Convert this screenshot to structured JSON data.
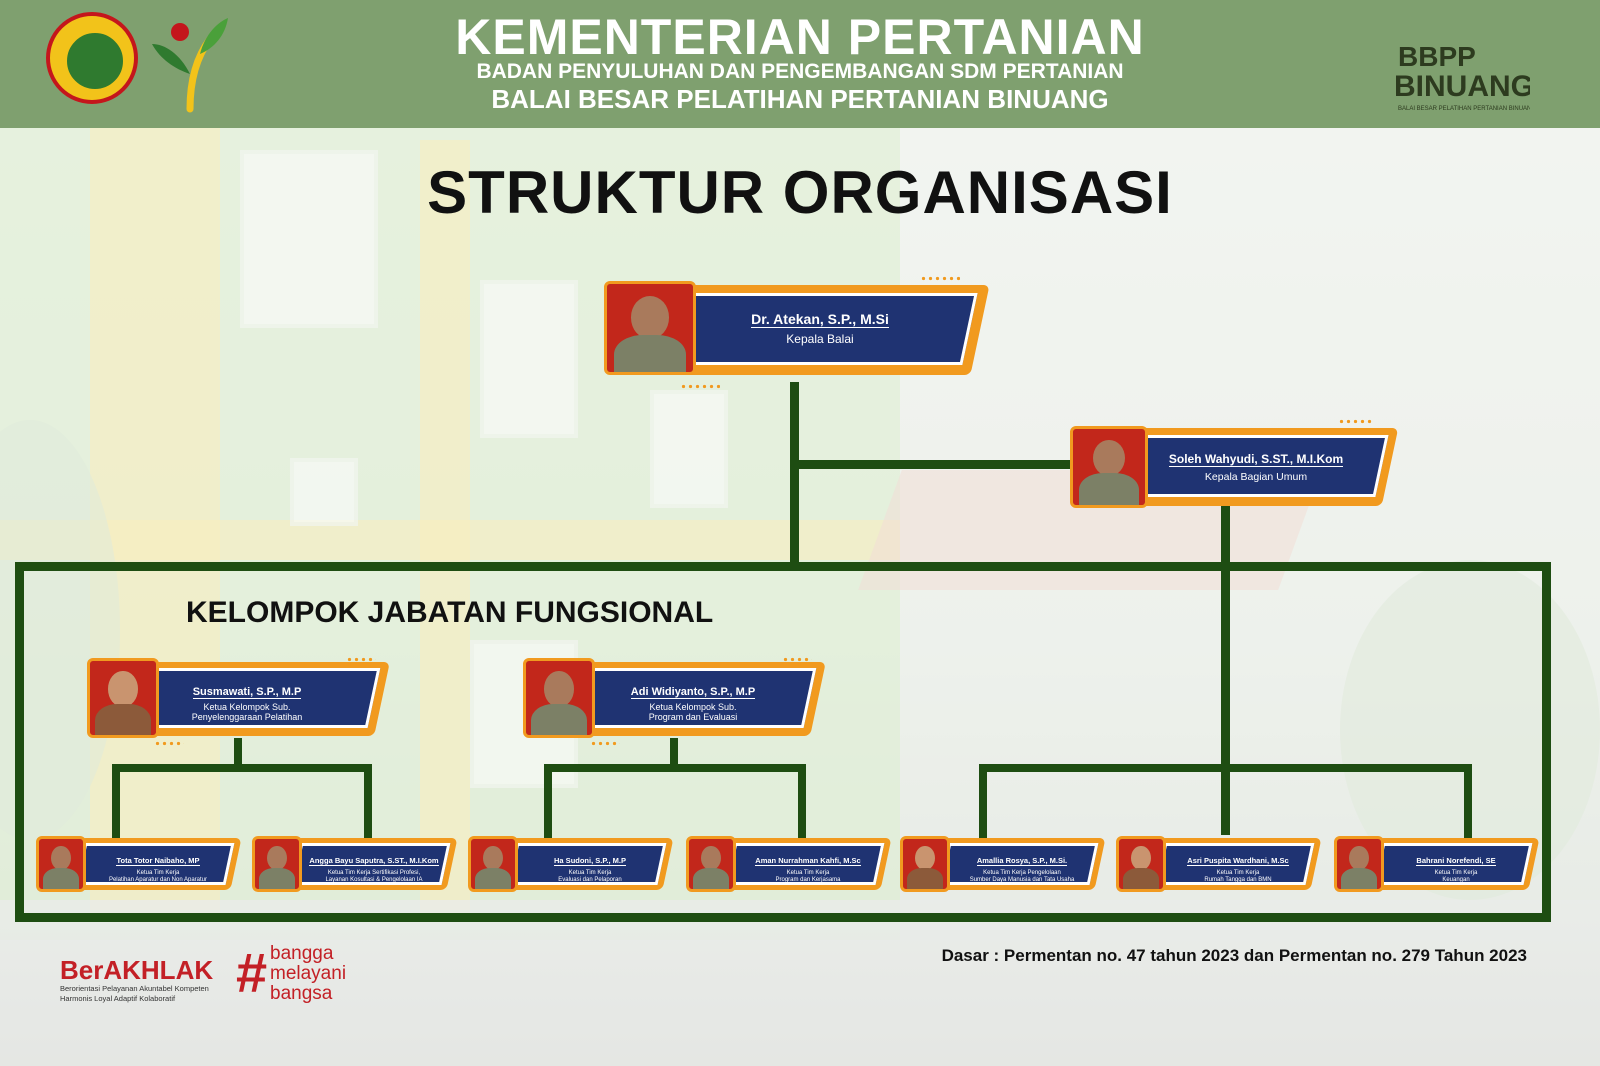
{
  "header": {
    "ministry": "KEMENTERIAN PERTANIAN",
    "agency": "BADAN PENYULUHAN DAN PENGEMBANGAN SDM PERTANIAN",
    "institution": "BALAI BESAR PELATIHAN PERTANIAN BINUANG",
    "bbpp_logo_text": "BBPP BINUANG",
    "bbpp_logo_sub": "BALAI BESAR PELATIHAN PERTANIAN BINUANG"
  },
  "title": "STRUKTUR ORGANISASI",
  "section_label": "KELOMPOK JABATAN FUNGSIONAL",
  "head": {
    "name": "Dr. Atekan, S.P., M.Si",
    "role": "Kepala Balai"
  },
  "general_head": {
    "name": "Soleh Wahyudi, S.ST., M.I.Kom",
    "role": "Kepala Bagian Umum"
  },
  "group_leads": [
    {
      "name": "Susmawati, S.P., M.P",
      "role_line1": "Ketua Kelompok Sub.",
      "role_line2": "Penyelenggaraan Pelatihan"
    },
    {
      "name": "Adi Widiyanto, S.P., M.P",
      "role_line1": "Ketua Kelompok Sub.",
      "role_line2": "Program dan Evaluasi"
    }
  ],
  "team_leads": [
    {
      "name": "Tota Totor Naibaho, MP",
      "role_line1": "Ketua Tim Kerja",
      "role_line2": "Pelatihan Aparatur dan Non Aparatur"
    },
    {
      "name": "Angga Bayu Saputra, S.ST., M.I.Kom",
      "role_line1": "Ketua Tim Kerja Sertifikasi Profesi,",
      "role_line2": "Layanan Kosultasi & Pengelolaan IA"
    },
    {
      "name": "Ha Sudoni, S.P., M.P",
      "role_line1": "Ketua Tim Kerja",
      "role_line2": "Evaluasi dan Pelaporan"
    },
    {
      "name": "Aman Nurrahman Kahfi, M.Sc",
      "role_line1": "Ketua Tim Kerja",
      "role_line2": "Program dan Kerjasama"
    },
    {
      "name": "Amallia Rosya, S.P., M.Si.",
      "role_line1": "Ketua Tim Kerja Pengelolaan",
      "role_line2": "Sumber Daya Manusia dan Tata Usaha"
    },
    {
      "name": "Asri Puspita Wardhani, M.Sc",
      "role_line1": "Ketua Tim Kerja",
      "role_line2": "Rumah Tangga dan BMN"
    },
    {
      "name": "Bahrani Norefendi, SE",
      "role_line1": "Ketua Tim Kerja",
      "role_line2": "Keuangan"
    }
  ],
  "footer": {
    "basis": "Dasar : Permentan no. 47 tahun 2023 dan Permentan no. 279 Tahun 2023",
    "berakhlak": "BerAKHLAK",
    "berakhlak_line1": "Berorientasi Pelayanan Akuntabel Kompeten",
    "berakhlak_line2": "Harmonis Loyal Adaptif Kolaboratif",
    "bangga_1": "bangga",
    "bangga_2": "melayani",
    "bangga_3": "bangsa"
  },
  "colors": {
    "header_green": "#7fa06f",
    "connector": "#1e4d12",
    "card_blue": "#1f3372",
    "card_orange": "#f19a1f",
    "brand_red": "#c32026"
  }
}
